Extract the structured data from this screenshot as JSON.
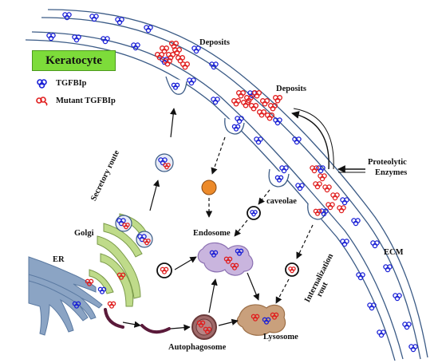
{
  "title": "Keratocyte",
  "legend": {
    "wild_type": "TGFBIp",
    "mutant": "Mutant TGFBIp"
  },
  "labels": {
    "deposits_top": "Deposits",
    "deposits_mid": "Deposits",
    "proteolytic": "Proteolytic",
    "enzymes": "Enzymes",
    "caveolae": "caveolae",
    "endosome": "Endosome",
    "ecm": "ECM",
    "golgi": "Golgi",
    "er": "ER",
    "autophagosome": "Autophagosome",
    "lysosome": "Lysosome",
    "secretory_route": "Secretory route",
    "internalization_route_1": "Internalization",
    "internalization_route_2": "rout"
  },
  "colors": {
    "wild_type": "#1a20d6",
    "mutant": "#e01e1e",
    "membrane": "#3b5b86",
    "golgi": "#bfdb8a",
    "er": "#8ba4c4",
    "endosome": "#c9b5de",
    "lysosome": "#c9a07c",
    "vesicle_orange": "#ec8a2a",
    "title_bg": "#7ddc3a"
  }
}
